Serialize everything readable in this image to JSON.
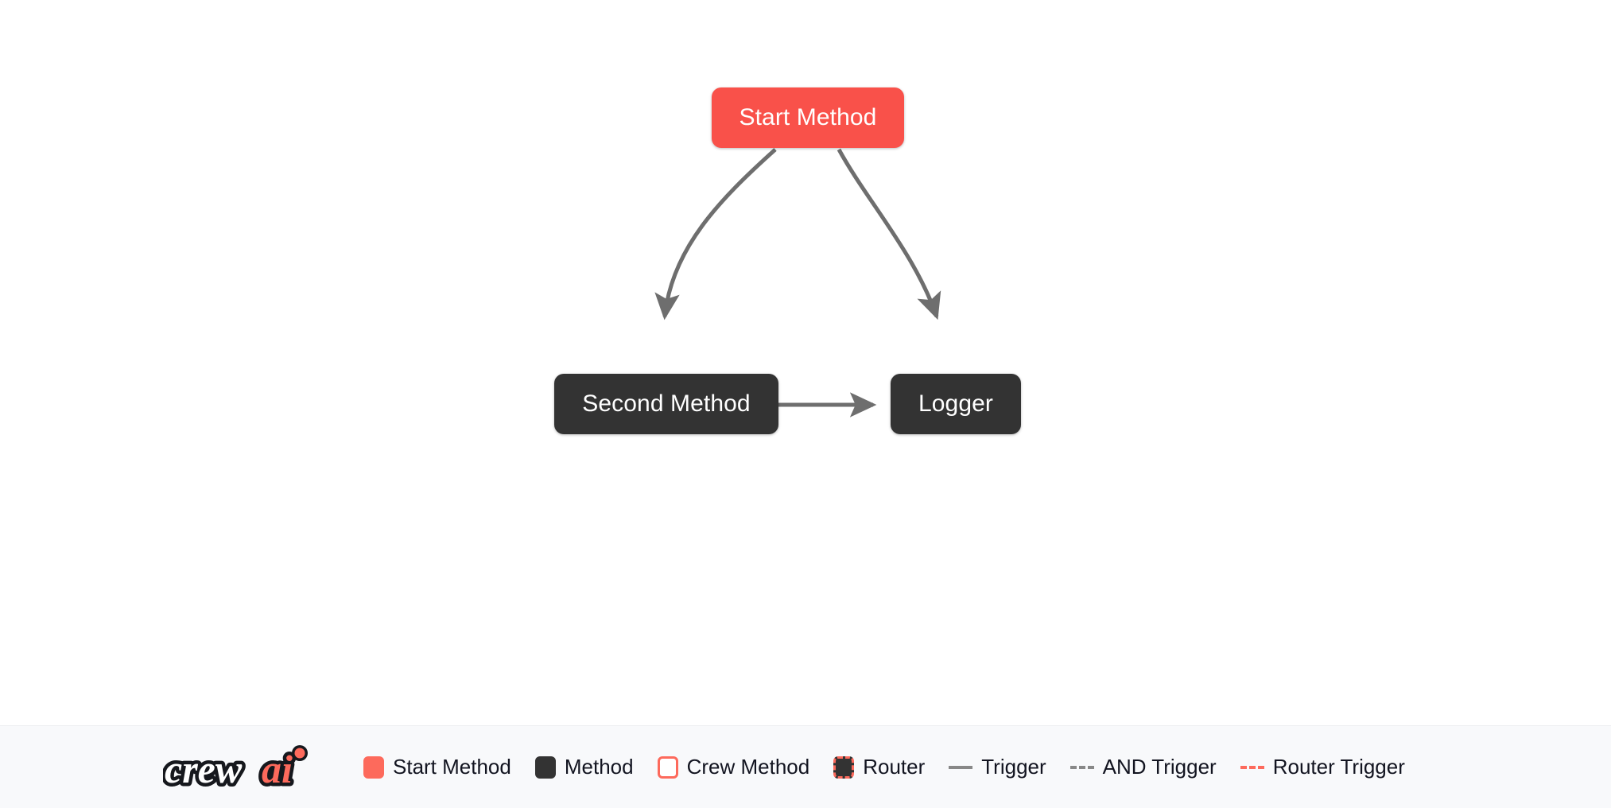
{
  "canvas": {
    "background": "#ffffff"
  },
  "graph": {
    "nodes": [
      {
        "id": "start_method",
        "label": "Start Method",
        "type": "start",
        "color": "#f9514a",
        "text_color": "#ffffff"
      },
      {
        "id": "second_method",
        "label": "Second Method",
        "type": "method",
        "color": "#333333",
        "text_color": "#ffffff"
      },
      {
        "id": "logger",
        "label": "Logger",
        "type": "method",
        "color": "#333333",
        "text_color": "#ffffff"
      }
    ],
    "edges": [
      {
        "from": "start_method",
        "to": "second_method",
        "style": "trigger",
        "color": "#666666"
      },
      {
        "from": "start_method",
        "to": "logger",
        "style": "trigger",
        "color": "#666666"
      },
      {
        "from": "second_method",
        "to": "logger",
        "style": "trigger",
        "color": "#666666"
      }
    ]
  },
  "legend": {
    "logo": {
      "name": "crewai-logo",
      "text_primary": "crew",
      "text_accent": "ai",
      "primary_color": "#ffffff",
      "accent_color": "#fd6a5c",
      "outline_color": "#16181d"
    },
    "items": [
      {
        "key": "start-method",
        "label": "Start Method",
        "marker": "swatch",
        "swatch_class": "sw-start",
        "color": "#fd6a5c"
      },
      {
        "key": "method",
        "label": "Method",
        "marker": "swatch",
        "swatch_class": "sw-method",
        "color": "#333333"
      },
      {
        "key": "crew-method",
        "label": "Crew Method",
        "marker": "swatch",
        "swatch_class": "sw-crew",
        "color": "#ffffff",
        "border_color": "#fd6a5c"
      },
      {
        "key": "router",
        "label": "Router",
        "marker": "swatch",
        "swatch_class": "sw-router",
        "color": "#333333",
        "border_color": "#fd6a5c"
      },
      {
        "key": "trigger",
        "label": "Trigger",
        "marker": "line",
        "line_class": "ln-solid-gray",
        "color": "#888888"
      },
      {
        "key": "and-trigger",
        "label": "AND Trigger",
        "marker": "line",
        "line_class": "ln-dash-gray",
        "color": "#888888"
      },
      {
        "key": "router-trigger",
        "label": "Router Trigger",
        "marker": "line",
        "line_class": "ln-dash-red",
        "color": "#fd6a5c"
      }
    ]
  }
}
